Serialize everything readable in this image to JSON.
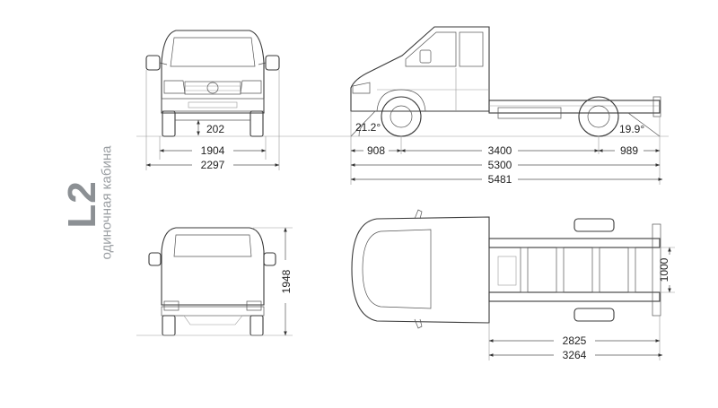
{
  "model": "L2",
  "subtitle": "одиночная кабина",
  "dims": {
    "ground_clearance": "202",
    "track_width": "1904",
    "overall_width": "2297",
    "front_overhang": "908",
    "wheelbase": "3400",
    "rear_overhang": "989",
    "frame_length": "5300",
    "overall_length": "5481",
    "approach_angle": "21.2°",
    "departure_angle": "19.9°",
    "height": "1948",
    "frame_width": "1000",
    "frame_rear_length": "2825",
    "frame_mount_length": "3264"
  }
}
